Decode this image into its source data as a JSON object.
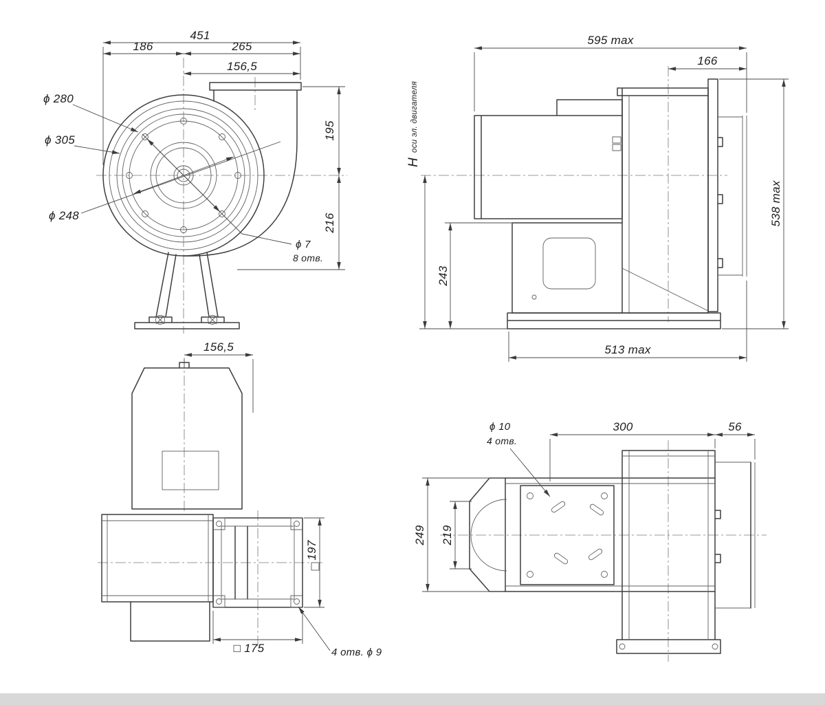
{
  "views": {
    "front": {
      "dim_overall_width": "451",
      "dim_left": "186",
      "dim_right": "265",
      "dim_outlet": "156,5",
      "dia_inlet_280": "ϕ 280",
      "dia_inlet_305": "ϕ 305",
      "dia_bolt_circle": "ϕ 248",
      "dim_upper_height": "195",
      "dim_lower_height": "216",
      "note_hole_dia": "ϕ 7",
      "note_hole_count": "8 отв."
    },
    "side": {
      "dim_overall_length": "595 max",
      "dim_inlet_offset": "166",
      "motor_axis_symbol": "H",
      "motor_axis_text": "оси эл. двигателя",
      "dim_pedestal_height": "243",
      "dim_overall_height": "538 max",
      "dim_base_length": "513 max"
    },
    "plan": {
      "dim_outlet_offset": "156,5",
      "dim_flange_height": "197",
      "dim_flange_square": "□ 175",
      "note_flange_holes": "4 отв.  ϕ 9"
    },
    "underside": {
      "note_hole_dia": "ϕ 10",
      "note_hole_count": "4 отв.",
      "dim_hole_spacing": "300",
      "dim_collar_depth": "56",
      "dim_frame_width": "249",
      "dim_motor_width": "219"
    }
  }
}
